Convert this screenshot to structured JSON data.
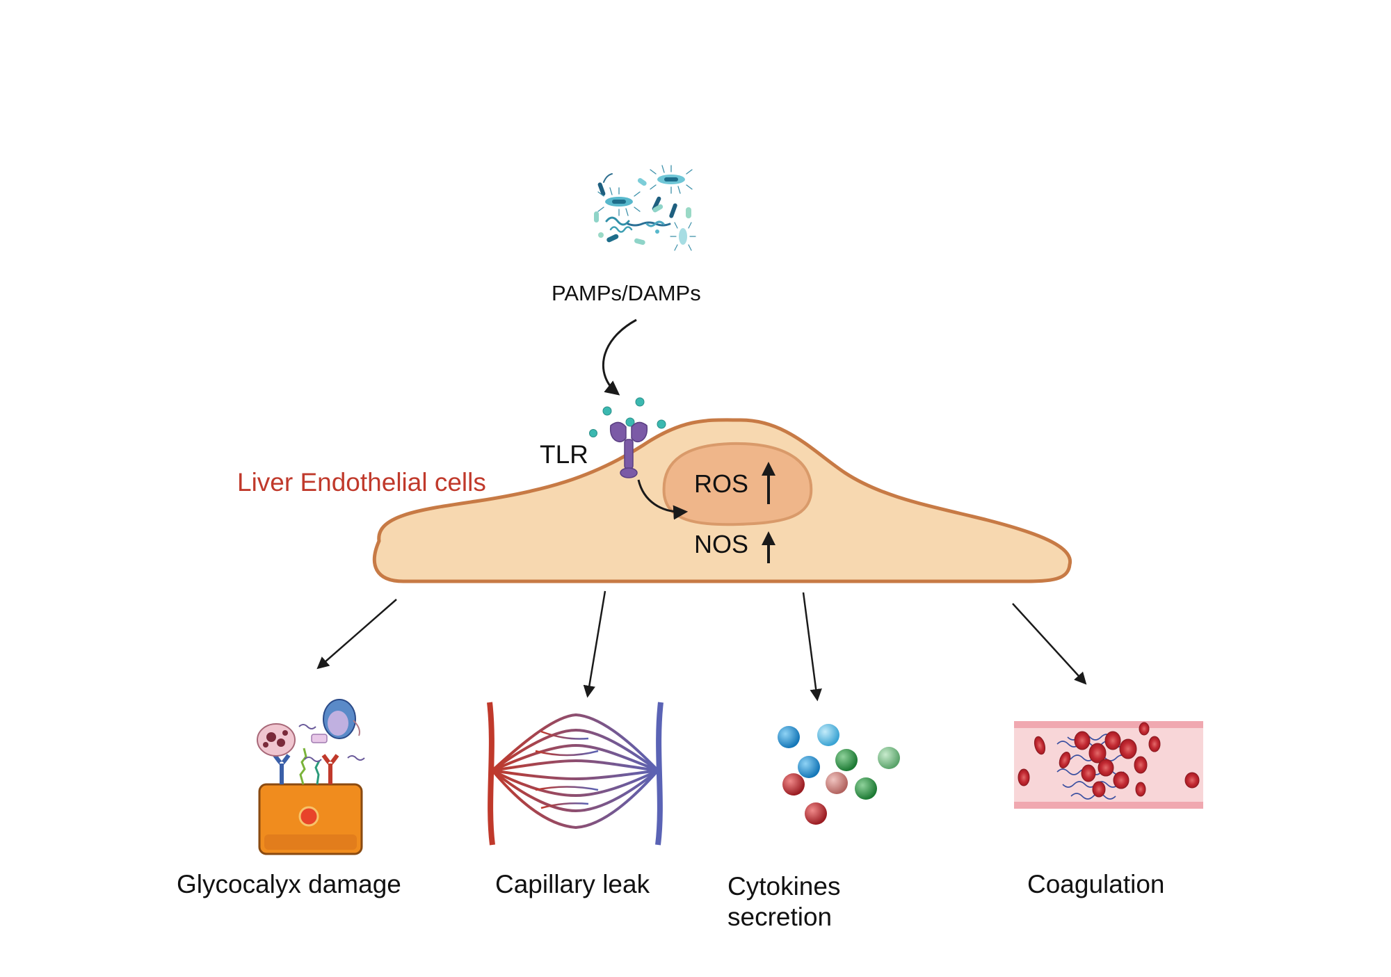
{
  "diagram": {
    "trigger_label": "PAMPs/DAMPs",
    "receptor_label": "TLR",
    "cell_label": "Liver Endothelial cells",
    "markers": [
      {
        "label": "ROS",
        "direction": "up"
      },
      {
        "label": "NOS",
        "direction": "up"
      }
    ],
    "outcomes": [
      {
        "label": "Glycocalyx damage"
      },
      {
        "label": "Capillary leak"
      },
      {
        "label": "Cytokines secretion"
      },
      {
        "label": "Coagulation"
      }
    ],
    "colors": {
      "cell_fill": "#f7d8b0",
      "cell_outline": "#c77a45",
      "nucleus_fill": "#efb68a",
      "cell_label": "#c0392b",
      "receptor": "#7b5aa6",
      "artery": "#c0392b",
      "vein": "#5a63b5"
    },
    "icons": {
      "trigger": "bacteria-cluster-icon",
      "receptor": "toll-like-receptor-icon",
      "glycocalyx": "glycocalyx-cell-icon",
      "capillary": "capillary-network-icon",
      "cytokines": "cytokine-spheres-icon",
      "coagulation": "blood-clot-vessel-icon"
    }
  }
}
